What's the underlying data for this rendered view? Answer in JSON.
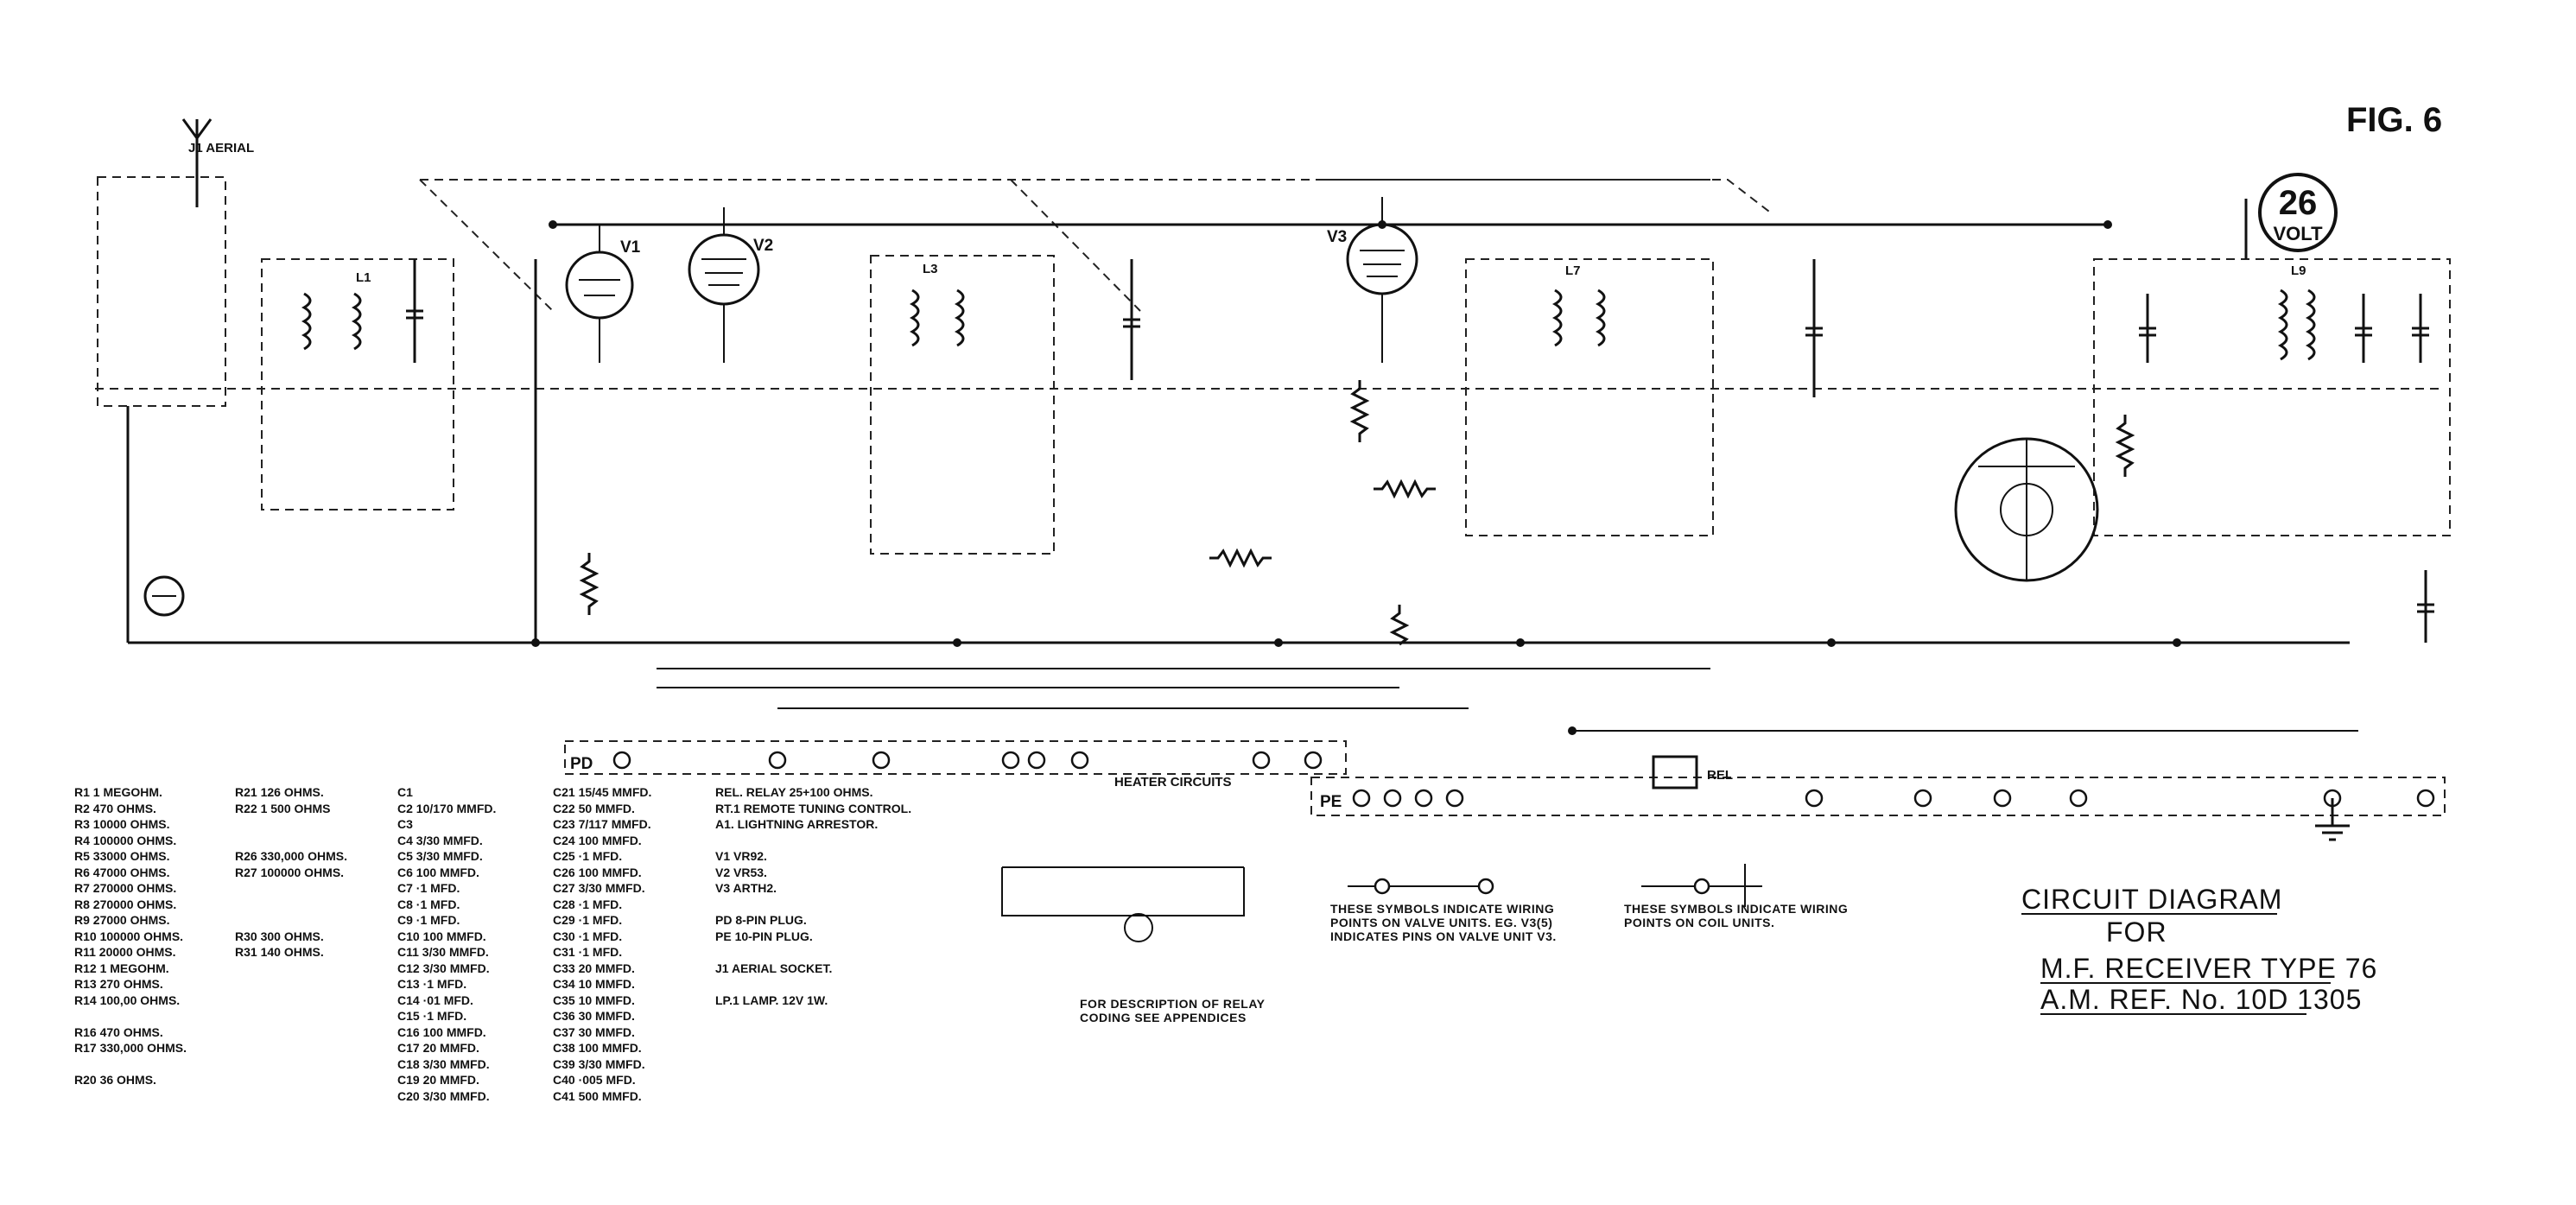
{
  "figure_label": "FIG. 6",
  "voltage_badge": {
    "value": "26",
    "unit": "VOLT"
  },
  "title": {
    "line1": "CIRCUIT DIAGRAM",
    "line2": "FOR",
    "line3": "M.F. RECEIVER TYPE 76",
    "line4": "A.M. REF. No. 10D 1305"
  },
  "aerial_label": "J1 AERIAL",
  "tubes": [
    "V1",
    "V2",
    "V3"
  ],
  "plugs": {
    "pd": "PD",
    "pe": "PE"
  },
  "relay_label": "REL",
  "heater_label": "HEATER CIRCUITS",
  "notes": {
    "valve_symbols": "THESE SYMBOLS INDICATE WIRING POINTS ON VALVE UNITS. EG. V3(5) INDICATES PINS ON VALVE UNIT V3.",
    "coil_symbols": "THESE SYMBOLS INDICATE WIRING POINTS ON COIL UNITS.",
    "relay_desc": "FOR DESCRIPTION OF RELAY CODING SEE APPENDICES"
  },
  "resistors_a": [
    "R1  1 MEGOHM.",
    "R2  470 OHMS.",
    "R3  10000 OHMS.",
    "R4  100000 OHMS.",
    "R5  33000 OHMS.",
    "R6  47000 OHMS.",
    "R7  270000 OHMS.",
    "R8  270000 OHMS.",
    "R9  27000 OHMS.",
    "R10  100000 OHMS.",
    "R11  20000 OHMS.",
    "R12  1 MEGOHM.",
    "R13  270 OHMS.",
    "R14  100,00 OHMS.",
    "",
    "R16  470 OHMS.",
    "R17  330,000 OHMS.",
    "",
    "R20  36 OHMS."
  ],
  "resistors_b": [
    "R21  126 OHMS.",
    "R22  1 500 OHMS",
    "",
    "",
    "R26  330,000 OHMS.",
    "R27  100000 OHMS.",
    "",
    "",
    "",
    "R30  300 OHMS.",
    "R31  140 OHMS."
  ],
  "capacitors_a": [
    "C1",
    "C2   10/170 MMFD.",
    "C3",
    "C4  3/30 MMFD.",
    "C5  3/30 MMFD.",
    "C6  100 MMFD.",
    "C7  ·1 MFD.",
    "C8  ·1 MFD.",
    "C9  ·1 MFD.",
    "C10  100 MMFD.",
    "C11  3/30 MMFD.",
    "C12  3/30 MMFD.",
    "C13  ·1 MFD.",
    "C14  ·01 MFD.",
    "C15  ·1 MFD.",
    "C16  100 MMFD.",
    "C17  20 MMFD.",
    "C18  3/30 MMFD.",
    "C19  20 MMFD.",
    "C20  3/30 MMFD."
  ],
  "capacitors_b": [
    "C21  15/45 MMFD.",
    "C22  50 MMFD.",
    "C23  7/117 MMFD.",
    "C24  100 MMFD.",
    "C25  ·1 MFD.",
    "C26  100 MMFD.",
    "C27  3/30 MMFD.",
    "C28  ·1 MFD.",
    "C29  ·1 MFD.",
    "C30  ·1 MFD.",
    "C31  ·1 MFD.",
    "C33  20 MMFD.",
    "C34  10 MMFD.",
    "C35  10 MMFD.",
    "C36  30 MMFD.",
    "C37  30 MMFD.",
    "C38  100 MMFD.",
    "C39  3/30 MMFD.",
    "C40  ·005 MFD.",
    "C41  500 MMFD."
  ],
  "misc_parts": [
    "REL.  RELAY 25+100 OHMS.",
    "RT.1  REMOTE TUNING CONTROL.",
    "A1.  LIGHTNING ARRESTOR.",
    "",
    "V1  VR92.",
    "V2  VR53.",
    "V3  ARTH2.",
    "",
    "PD  8-PIN PLUG.",
    "PE  10-PIN PLUG.",
    "",
    "J1  AERIAL SOCKET.",
    "",
    "LP.1  LAMP. 12V 1W."
  ]
}
